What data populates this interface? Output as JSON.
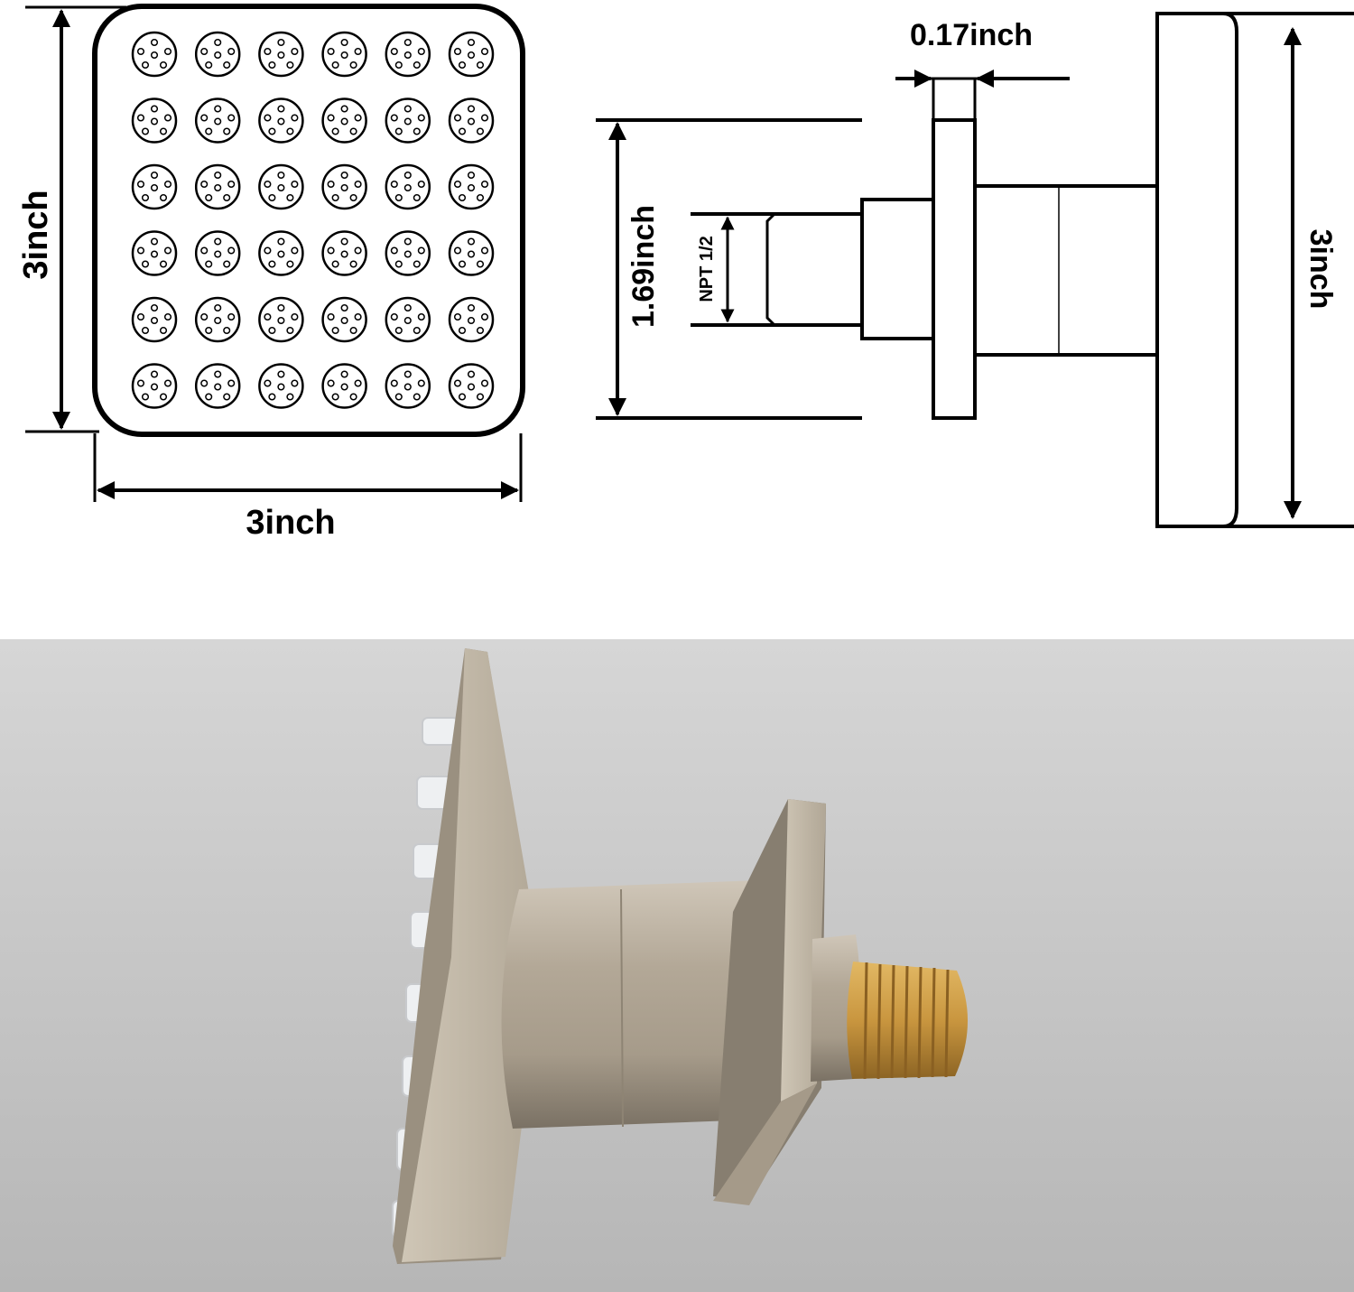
{
  "front_view": {
    "height_label": "3inch",
    "width_label": "3inch",
    "nozzle_rows": 6,
    "nozzle_cols": 6
  },
  "side_view": {
    "flange_thickness_label": "0.17inch",
    "flange_height_label": "1.69inch",
    "thread_label": "NPT 1/2",
    "head_height_label": "3inch"
  },
  "photo": {
    "background_color": "#bdbdbd",
    "finish_color": "#b8ac9c",
    "brass_color": "#c9963f"
  }
}
